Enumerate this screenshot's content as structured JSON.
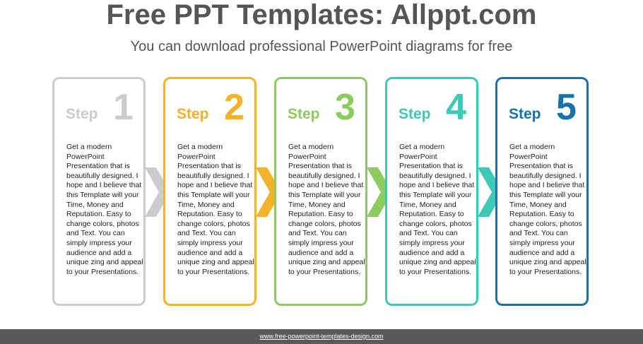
{
  "header": {
    "title": "Free PPT Templates: Allppt.com",
    "subtitle": "You can download professional PowerPoint diagrams for free"
  },
  "steps": [
    {
      "label": "Step",
      "number": "1",
      "color": "#cccccc",
      "text": "Get a modern PowerPoint Presentation that is beautifully designed. I hope and I believe that this Template will your Time, Money and Reputation. Easy to change colors, photos and Text. You can simply impress your audience and add a unique zing and appeal to your Presentations."
    },
    {
      "label": "Step",
      "number": "2",
      "color": "#f2b22a",
      "text": "Get a modern PowerPoint Presentation that is beautifully designed. I hope and I believe that this Template will your Time, Money and Reputation. Easy to change colors, photos and Text. You can simply impress your audience and add a unique zing and appeal to your Presentations."
    },
    {
      "label": "Step",
      "number": "3",
      "color": "#8ccc5e",
      "text": "Get a modern PowerPoint Presentation that is beautifully designed. I hope and I believe that this Template will your Time, Money and Reputation. Easy to change colors, photos and Text. You can simply impress your audience and add a unique zing and appeal to your Presentations."
    },
    {
      "label": "Step",
      "number": "4",
      "color": "#3ec9b6",
      "text": "Get a modern PowerPoint Presentation that is beautifully designed. I hope and I believe that this Template will your Time, Money and Reputation. Easy to change colors, photos and Text. You can simply impress your audience and add a unique zing and appeal to your Presentations."
    },
    {
      "label": "Step",
      "number": "5",
      "color": "#1573a8",
      "text": "Get a modern PowerPoint Presentation that is beautifully designed. I hope and I believe that this Template will your Time, Money and Reputation. Easy to change colors, photos and Text. You can simply impress your audience and add a unique zing and appeal to your Presentations."
    }
  ],
  "arrows": [
    {
      "icon": "chevron-right-icon",
      "color": "#cccccc"
    },
    {
      "icon": "chevron-right-icon",
      "color": "#f2b22a"
    },
    {
      "icon": "chevron-right-icon",
      "color": "#8ccc5e"
    },
    {
      "icon": "chevron-right-icon",
      "color": "#3ec9b6"
    }
  ],
  "footer": {
    "url": "www.free-powerpoint-templates-design.com"
  }
}
